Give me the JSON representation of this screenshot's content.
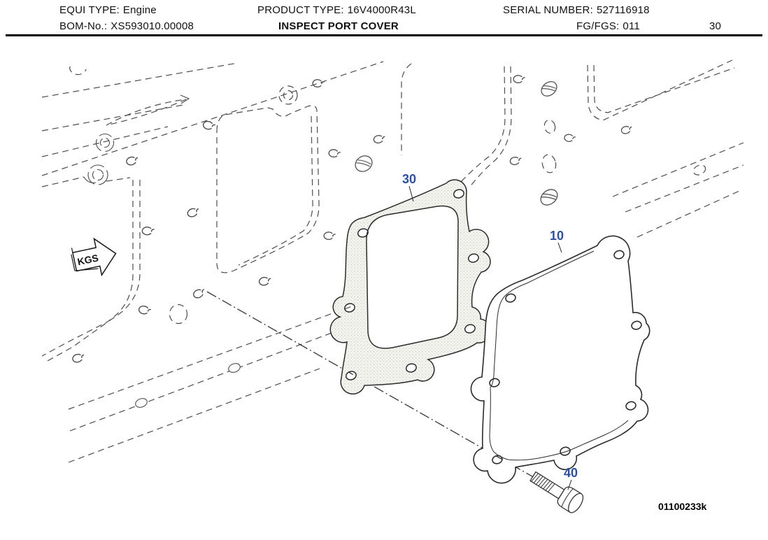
{
  "header": {
    "equi_type_label": "EQUI TYPE:",
    "equi_type_value": "Engine",
    "product_type_label": "PRODUCT TYPE:",
    "product_type_value": "16V4000R43L",
    "serial_number_label": "SERIAL NUMBER:",
    "serial_number_value": "527116918",
    "bom_no_label": "BOM-No.:",
    "bom_no_value": "XS593010.00008",
    "sheet_title": "INSPECT PORT COVER",
    "fg_fgs_label": "FG/FGS:",
    "fg_fgs_value": "011",
    "sheet_number": "30"
  },
  "diagram": {
    "kgs_marker": "KGS",
    "drawing_number": "01100233k",
    "callout_color": "#2e4f9f",
    "callouts": [
      {
        "ref": "30",
        "part": "gasket"
      },
      {
        "ref": "10",
        "part": "inspect-port-cover"
      },
      {
        "ref": "40",
        "part": "hex-bolt"
      }
    ]
  }
}
